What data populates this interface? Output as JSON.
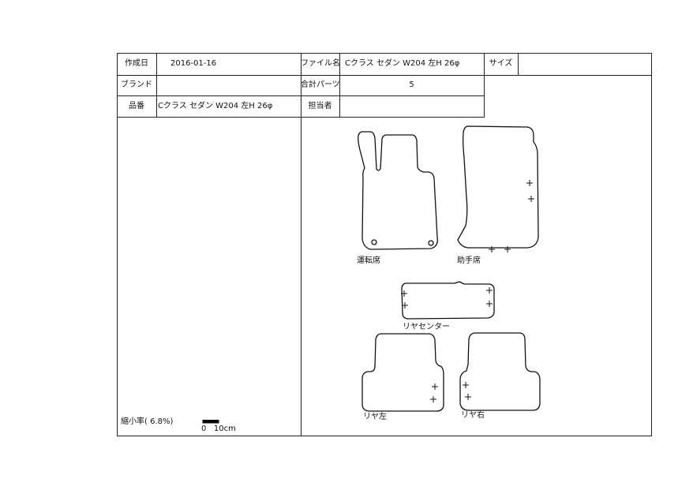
{
  "header": {
    "created_label": "作成日",
    "created_value": "2016-01-16",
    "filename_label": "ファイル名",
    "filename_value": "Cクラス セダン W204 左H 26φ",
    "size_label": "サイズ",
    "size_value": "",
    "brand_label": "ブランド",
    "brand_value": "",
    "parts_label": "合計パーツ",
    "parts_value": "5",
    "product_label": "品番",
    "product_value": "Cクラス セダン W204 左H 26φ",
    "owner_label": "担当者",
    "owner_value": ""
  },
  "mats": [
    {
      "label": "運転席"
    },
    {
      "label": "助手席"
    },
    {
      "label": "リヤセンター"
    },
    {
      "label": "リヤ左"
    },
    {
      "label": "リヤ右"
    }
  ],
  "scale": {
    "ratio_text": "縮小率( 6.8%)",
    "scale_text": "0   10cm"
  }
}
